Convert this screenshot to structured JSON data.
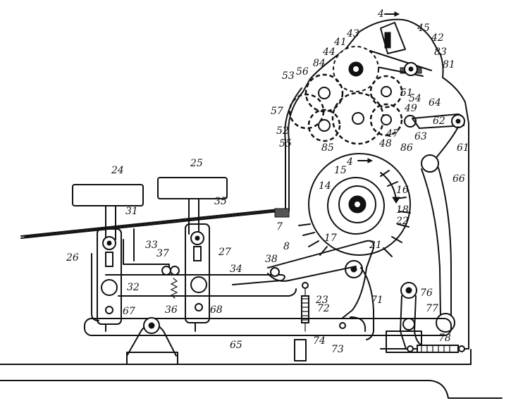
{
  "labels": {
    "n4a": "4",
    "n45": "45",
    "n42": "42",
    "n43": "43",
    "n41": "41",
    "n44": "44",
    "n83": "83",
    "n81": "81",
    "n84": "84",
    "n56": "56",
    "n53": "53",
    "n51": "51",
    "n54": "54",
    "n49": "49",
    "n64": "64",
    "n57": "57",
    "n62": "62",
    "n52": "52",
    "n47": "47",
    "n63": "63",
    "n61": "61",
    "n55": "55",
    "n85": "85",
    "n48": "48",
    "n86": "86",
    "n4b": "4",
    "n24": "24",
    "n25": "25",
    "n15": "15",
    "n14": "14",
    "n16": "16",
    "n66": "66",
    "n31": "31",
    "n35": "35",
    "n18": "18",
    "n7": "7",
    "n17": "17",
    "n22": "22",
    "n26": "26",
    "n27": "27",
    "n33": "33",
    "n37": "37",
    "n8": "8",
    "n21": "21",
    "n38": "38",
    "n34": "34",
    "n32": "32",
    "n36": "36",
    "n23": "23",
    "n67": "67",
    "n68": "68",
    "n72": "72",
    "n71": "71",
    "n76": "76",
    "n77": "77",
    "n65": "65",
    "n74": "74",
    "n73": "73",
    "n78": "78"
  }
}
